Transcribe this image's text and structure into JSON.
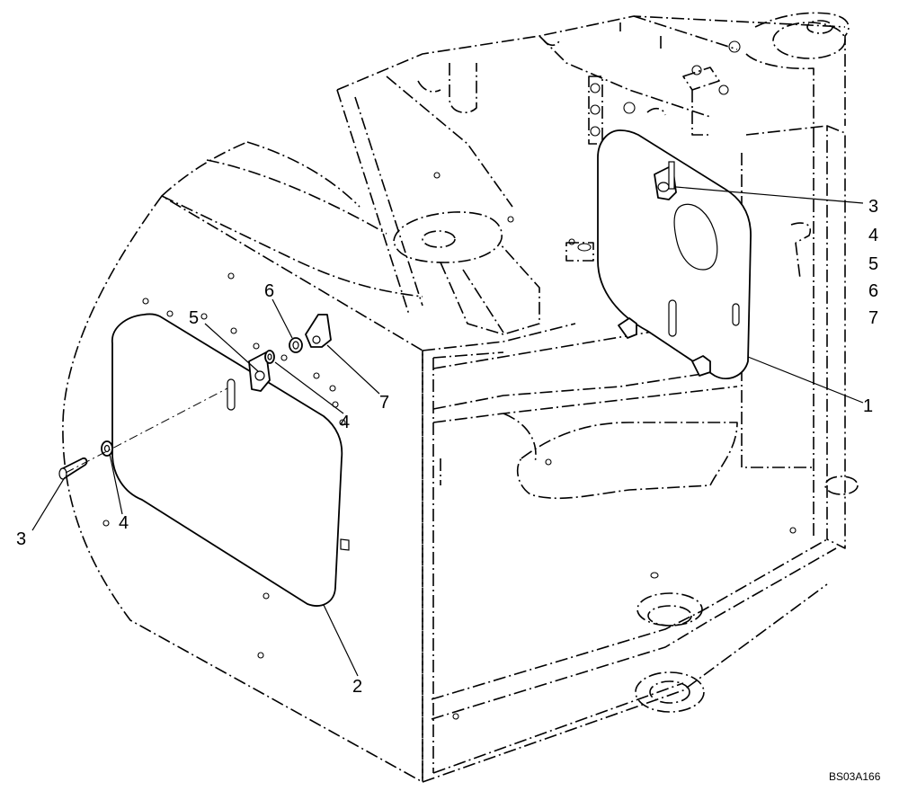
{
  "callouts": {
    "left_panel": {
      "c3": "3",
      "c4_lower": "4",
      "c5": "5",
      "c6": "6",
      "c4_upper": "4",
      "c7": "7",
      "c2": "2"
    },
    "right_panel": {
      "c1": "1",
      "c3": "3",
      "c4": "4",
      "c5": "5",
      "c6": "6",
      "c7": "7"
    }
  },
  "reference_code": "BS03A166"
}
